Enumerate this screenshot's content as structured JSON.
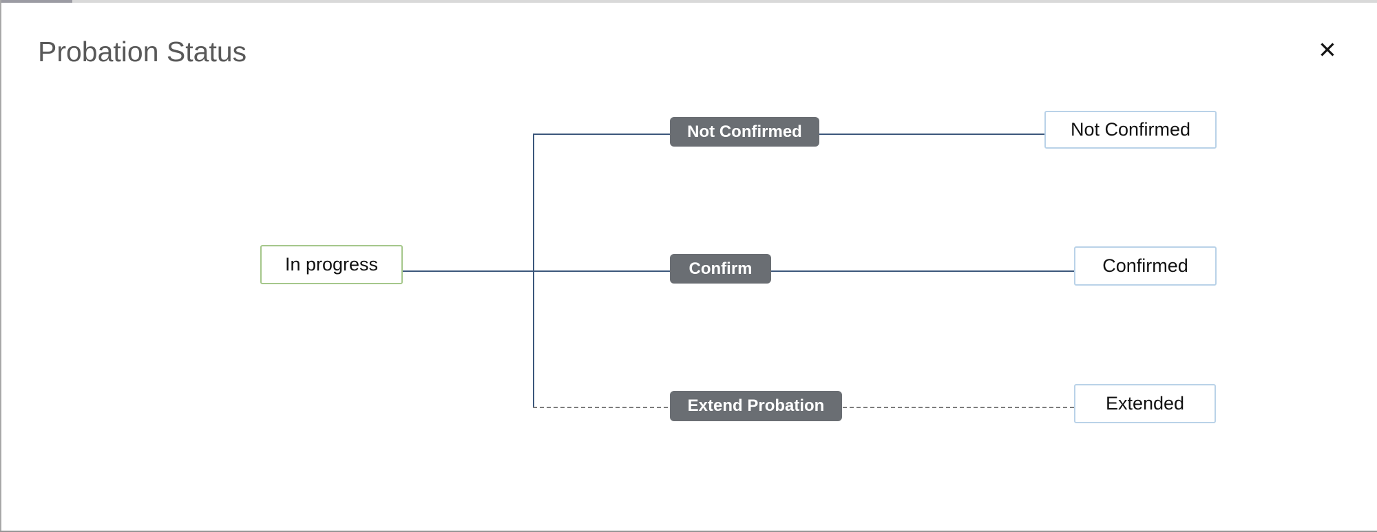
{
  "modal": {
    "title": "Probation Status",
    "close_icon": "✕"
  },
  "diagram": {
    "start": {
      "label": "In progress",
      "border_color": "#a5c78b"
    },
    "transitions": [
      {
        "action": "Not Confirmed",
        "target_state": "Not Confirmed",
        "connector": "solid"
      },
      {
        "action": "Confirm",
        "target_state": "Confirmed",
        "connector": "solid"
      },
      {
        "action": "Extend Probation",
        "target_state": "Extended",
        "connector": "dashed"
      }
    ],
    "colors": {
      "connector_solid": "#3b577b",
      "connector_dashed": "#7d7d7d",
      "action_badge_bg": "#6a6e73",
      "action_badge_text": "#ffffff",
      "state_border": "#b9d2e8",
      "title_text": "#595959"
    }
  }
}
